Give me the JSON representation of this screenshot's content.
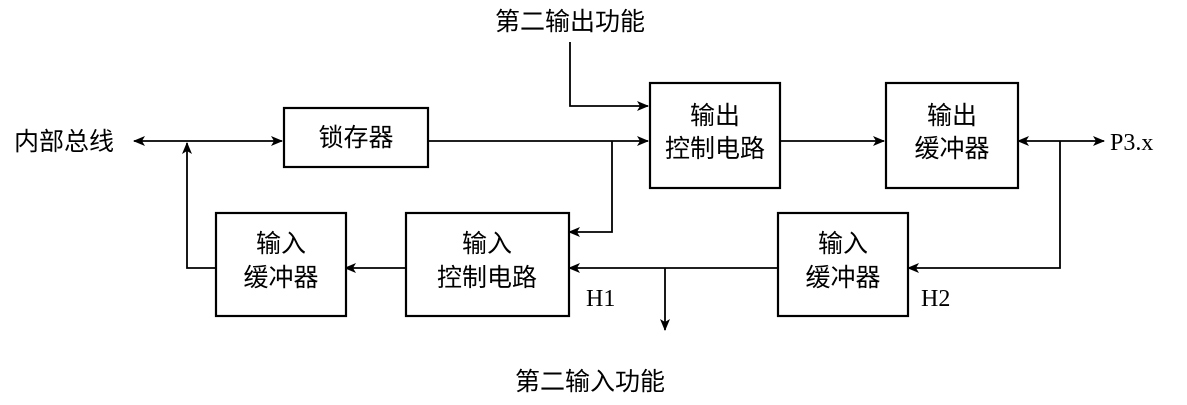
{
  "labels": {
    "bus": "内部总线",
    "port": "P3.x",
    "second_output": "第二输出功能",
    "second_input": "第二输入功能",
    "h1": "H1",
    "h2": "H2"
  },
  "blocks": {
    "latch": "锁存器",
    "output_control": [
      "输出",
      "控制电路"
    ],
    "output_buffer": [
      "输出",
      "缓冲器"
    ],
    "input_buffer_left": [
      "输入",
      "缓冲器"
    ],
    "input_control": [
      "输入",
      "控制电路"
    ],
    "input_buffer_right": [
      "输入",
      "缓冲器"
    ]
  }
}
